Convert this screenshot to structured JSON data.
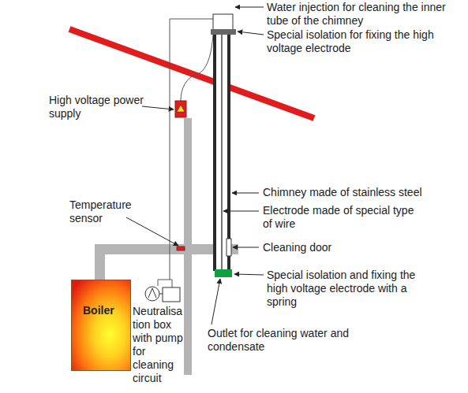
{
  "diagram": {
    "nodes": [
      {
        "text": [
          "Boiler"
        ]
      }
    ],
    "labels": [
      "Water injection for cleaning the inner tube of the chimney",
      "Special isolation for fixing the high voltage electrode",
      "High voltage power supply",
      "Chimney made of stainless steel",
      "Temperature sensor",
      "Electrode made of special type of wire",
      "Cleaning door",
      "Special isolation and fixing the high voltage electrode with a spring",
      "Neutralisa tion box with pump for cleaning circuit",
      "Outlet for cleaning water and condensate"
    ]
  }
}
